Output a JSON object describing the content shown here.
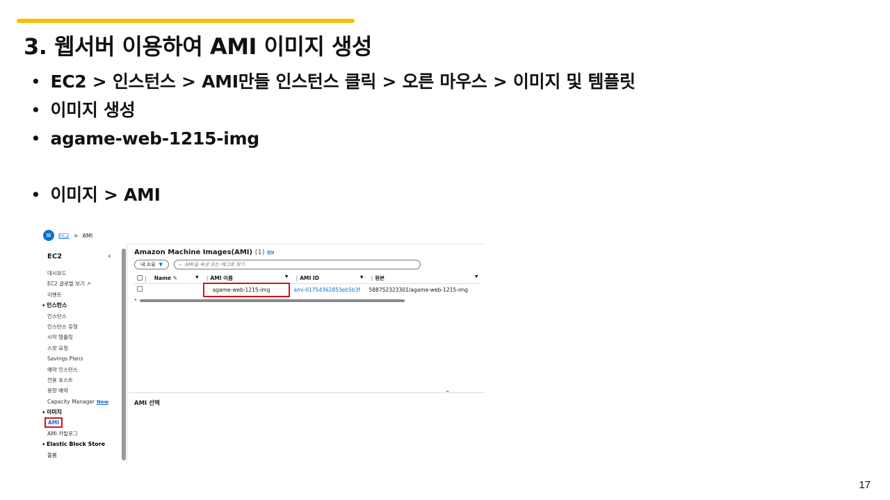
{
  "slide": {
    "title": "3. 웹서버 이용하여 AMI 이미지 생성",
    "page_number": "17",
    "accent": "#f6c000",
    "bullets": [
      "EC2 > 인스턴스 > AMI만들 인스턴스 클릭 > 오른 마우스 > 이미지 및 템플릿",
      "이미지 생성",
      "agame-web-1215-img",
      "이미지 > AMI"
    ]
  },
  "screenshot": {
    "breadcrumb": [
      "EC2",
      "AMI"
    ],
    "sidebar": {
      "title": "EC2",
      "items": [
        {
          "label": "대시보드"
        },
        {
          "label": "EC2 글로벌 보기 ↗"
        },
        {
          "label": "이벤트"
        },
        {
          "label": "인스턴스",
          "section": true
        },
        {
          "label": "인스턴스"
        },
        {
          "label": "인스턴스 유형"
        },
        {
          "label": "시작 템플릿"
        },
        {
          "label": "스팟 요청"
        },
        {
          "label": "Savings Plans"
        },
        {
          "label": "예약 인스턴스"
        },
        {
          "label": "전용 호스트"
        },
        {
          "label": "용량 예약"
        },
        {
          "label": "Capacity Manager",
          "badge": "New"
        },
        {
          "label": "이미지",
          "section": true
        },
        {
          "label": "AMI",
          "active": true
        },
        {
          "label": "AMI 카탈로그"
        },
        {
          "label": "Elastic Block Store",
          "section": true
        },
        {
          "label": "볼륨"
        }
      ]
    },
    "main": {
      "title": "Amazon Machine Images(AMI)",
      "count": "(1)",
      "info": "정보",
      "filter": "내 소유",
      "search_placeholder": "AMI을 속성 또는 태그로 찾기",
      "columns": [
        "Name",
        "AMI 이름",
        "AMI ID",
        "원본"
      ],
      "rows": [
        {
          "name": "",
          "ami_name": "agame-web-1215-img",
          "ami_id": "ami-01754362853eb5b3f",
          "source": "588752323301/agame-web-1215-img"
        }
      ],
      "lower_title": "AMI 선택"
    },
    "highlight_color": "#d0121b",
    "link_color": "#0972d3"
  }
}
